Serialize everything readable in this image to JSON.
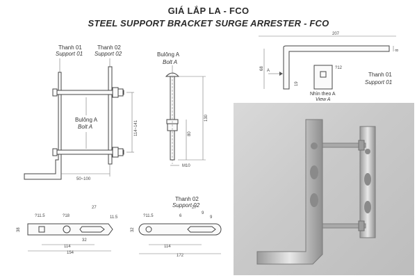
{
  "title_vn": "GIÁ LẮP LA - FCO",
  "title_en": "STEEL SUPPORT BRACKET SURGE ARRESTER - FCO",
  "front_view": {
    "support01_vn": "Thanh 01",
    "support01_en": "Support 01",
    "support02_vn": "Thanh 02",
    "support02_en": "Support 02",
    "bolt_vn": "Bulông A",
    "bolt_en": "Bolt A",
    "dim_range": "114~141",
    "dim_width": "50~100"
  },
  "bolt_view": {
    "label_vn": "Bulông A",
    "label_en": "Bolt A",
    "dim_total": "130",
    "dim_thread": "80",
    "dim_m": "M10"
  },
  "top_view": {
    "dim_length": "207",
    "dim_8": "8",
    "dim_68": "68",
    "dim_19": "19",
    "dim_12": "?12",
    "label_a": "A",
    "view_a_vn": "Nhìn theo A",
    "view_a_en": "View A",
    "support01_vn": "Thanh 01",
    "support01_en": "Support 01"
  },
  "bottom_left": {
    "d1": "?11.5",
    "d2": "?18",
    "d3": "27",
    "d4": "11.5",
    "d5": "38",
    "d6": "32",
    "d7": "114",
    "d8": "154"
  },
  "bottom_right": {
    "label_vn": "Thanh 02",
    "label_en": "Support 02",
    "d1": "?11.5",
    "d2": "6",
    "d3": "27",
    "d4": "9",
    "d5": "9",
    "d6": "32",
    "d7": "114",
    "d8": "172"
  },
  "colors": {
    "line": "#555555",
    "text": "#333333",
    "photo_metal": "#b8b8b8"
  }
}
